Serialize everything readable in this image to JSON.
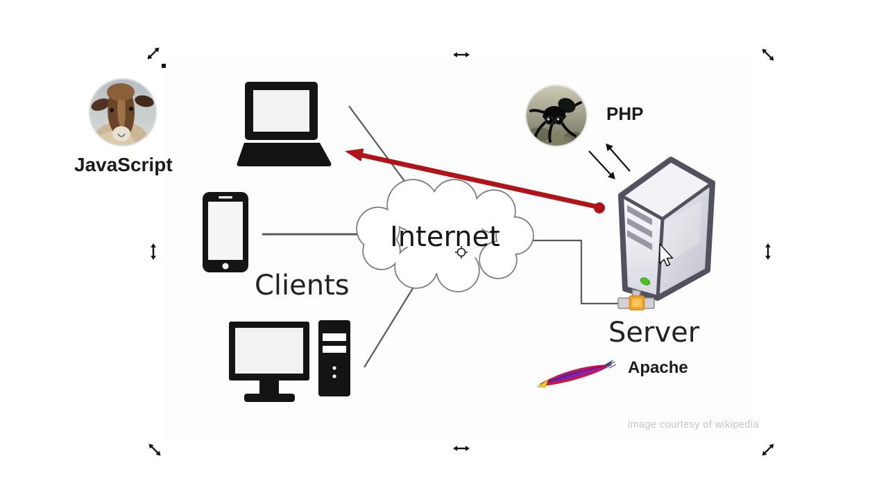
{
  "diagram": {
    "cloud_label": "Internet",
    "clients_label": "Clients",
    "server_label": "Server"
  },
  "technology_labels": {
    "client_side": "JavaScript",
    "server_side": "PHP",
    "web_server": "Apache"
  },
  "credit_text": "image courtesy of wikipedia",
  "colors": {
    "background": "#ffffff",
    "device_ink": "#141414",
    "connection_line": "#5a5a5a",
    "cloud_outline": "#7a7a7a",
    "red_arrow": "#b01418",
    "heading_text": "#1b1b1b",
    "diagram_text": "#1e1e1e",
    "credit_text": "#c6c5c5",
    "server_outline": "#52525e",
    "server_vent": "#9898a4",
    "led_green": "#4ec41e",
    "connector_orange": "#f7a32b",
    "feather_red": "#cf1243",
    "feather_blue": "#4433cc",
    "feather_purple": "#9b1fb0",
    "feather_yellow": "#ead31c"
  },
  "icons": {
    "sheep_avatar": "sheep-photo-avatar",
    "spider_avatar": "spider-photo-avatar",
    "laptop": "laptop-icon",
    "smartphone": "smartphone-icon",
    "desktop_computer": "desktop-computer-icon",
    "server_tower": "server-tower-icon",
    "network_connector": "network-connector-icon",
    "internet_cloud": "internet-cloud-shape",
    "apache_feather": "apache-feather-logo",
    "red_arrow": "server-to-laptop-red-arrow",
    "request_arrows": "php-server-request-response-arrows",
    "mouse_cursor": "mouse-pointer-icon",
    "crosshair": "crosshair-marker-icon",
    "edge_arrows": "resize-handle-arrow-icons",
    "corner_dot": "slide-corner-dot"
  }
}
